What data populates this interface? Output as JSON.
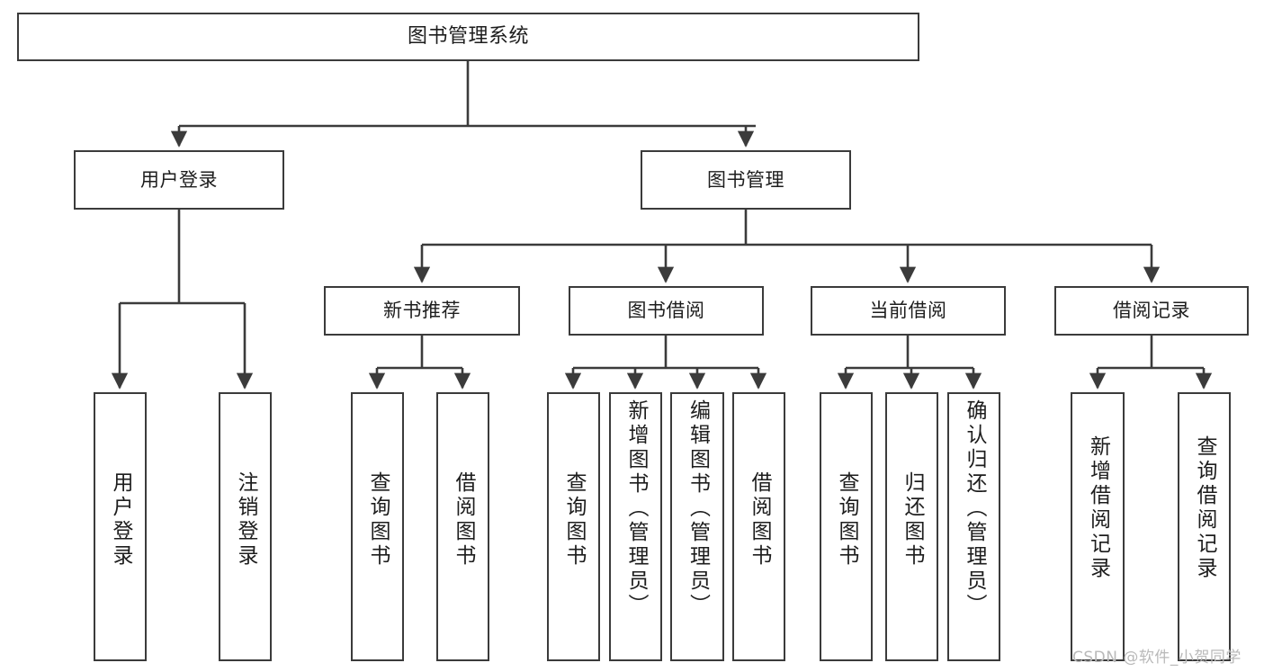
{
  "diagram": {
    "type": "tree-hierarchy",
    "title": "图书管理系统",
    "watermark": "CSDN @软件_小贺同学",
    "colors": {
      "box_border": "#3b3b3b",
      "box_fill": "#ffffff",
      "connector": "#3b3b3b",
      "text": "#1d1d1d",
      "watermark": "#b9b9b9"
    },
    "nodes": {
      "root": {
        "label": "图书管理系统"
      },
      "level2": [
        {
          "label": "用户登录"
        },
        {
          "label": "图书管理"
        }
      ],
      "level3": [
        {
          "label": "新书推荐"
        },
        {
          "label": "图书借阅"
        },
        {
          "label": "当前借阅"
        },
        {
          "label": "借阅记录"
        }
      ],
      "leaves": {
        "user_login": [
          {
            "label": "用户登录"
          },
          {
            "label": "注销登录"
          }
        ],
        "new_book_recommend": [
          {
            "label": "查询图书"
          },
          {
            "label": "借阅图书"
          }
        ],
        "book_borrow": [
          {
            "label": "查询图书"
          },
          {
            "label": "新增图书（管理员）"
          },
          {
            "label": "编辑图书（管理员）"
          },
          {
            "label": "借阅图书"
          }
        ],
        "current_borrow": [
          {
            "label": "查询图书"
          },
          {
            "label": "归还图书"
          },
          {
            "label": "确认归还（管理员）"
          }
        ],
        "borrow_record": [
          {
            "label": "新增借阅记录"
          },
          {
            "label": "查询借阅记录"
          }
        ]
      }
    }
  }
}
